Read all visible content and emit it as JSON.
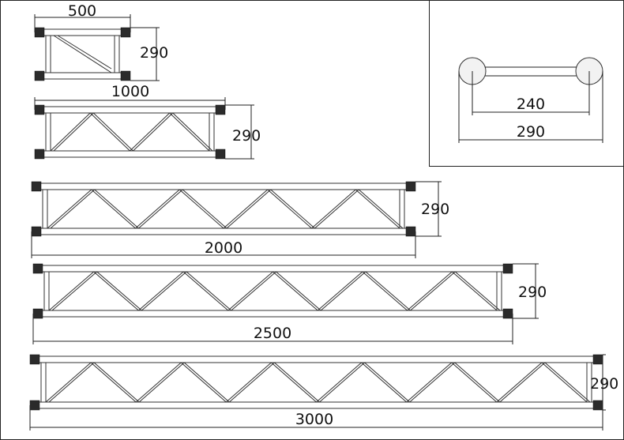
{
  "trusses": [
    {
      "length_label": "500",
      "height_label": "290"
    },
    {
      "length_label": "1000",
      "height_label": "290"
    },
    {
      "length_label": "2000",
      "height_label": "290"
    },
    {
      "length_label": "2500",
      "height_label": "290"
    },
    {
      "length_label": "3000",
      "height_label": "290"
    }
  ],
  "section": {
    "inner_label": "240",
    "outer_label": "290"
  }
}
